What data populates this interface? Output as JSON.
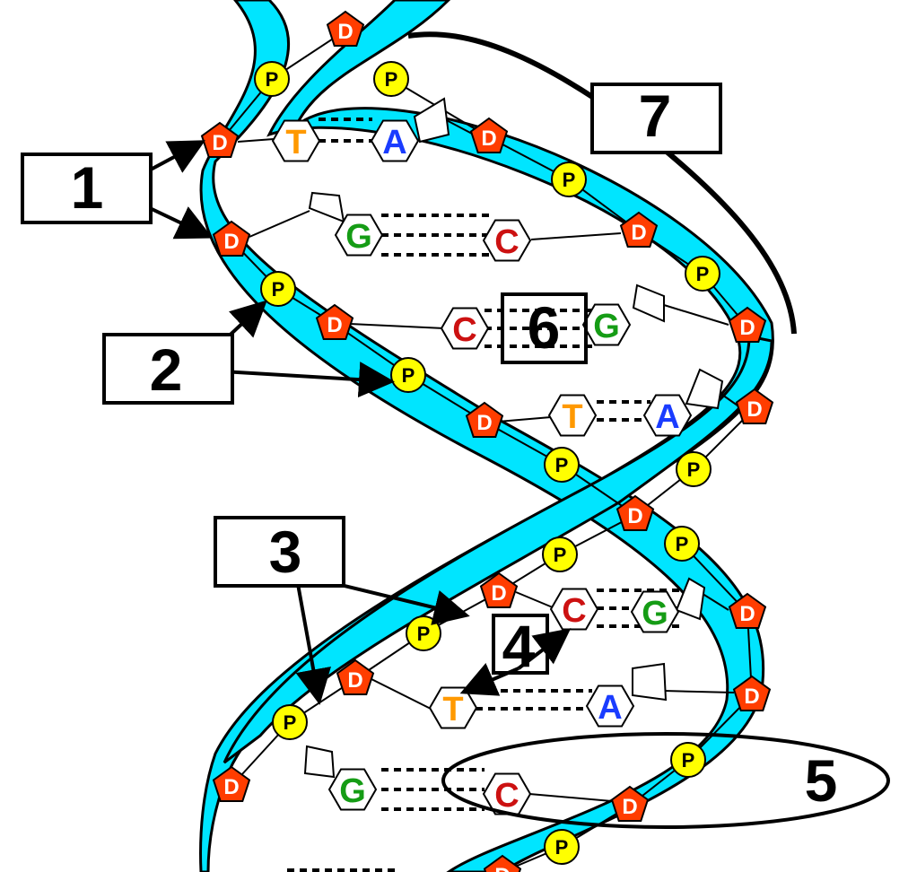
{
  "colors": {
    "backbone": "#00e5ff",
    "deoxyribose": "#ff3d00",
    "phosphate": "#ffff00",
    "adenine": "#1a3cff",
    "thymine": "#ff9900",
    "guanine": "#159c15",
    "cytosine": "#cc1111",
    "outline": "#000000"
  },
  "molecules": {
    "sugar": "D",
    "phosphate": "P"
  },
  "bases": {
    "A": "A",
    "T": "T",
    "G": "G",
    "C": "C"
  },
  "labels": {
    "one": "1",
    "two": "2",
    "three": "3",
    "four": "4",
    "five": "5",
    "six": "6",
    "seven": "7"
  },
  "base_pairs": [
    {
      "left": "T",
      "right": "A"
    },
    {
      "left": "G",
      "right": "C"
    },
    {
      "left": "C",
      "right": "G"
    },
    {
      "left": "T",
      "right": "A"
    },
    {
      "left": "C",
      "right": "G"
    },
    {
      "left": "T",
      "right": "A"
    },
    {
      "left": "G",
      "right": "C"
    }
  ]
}
